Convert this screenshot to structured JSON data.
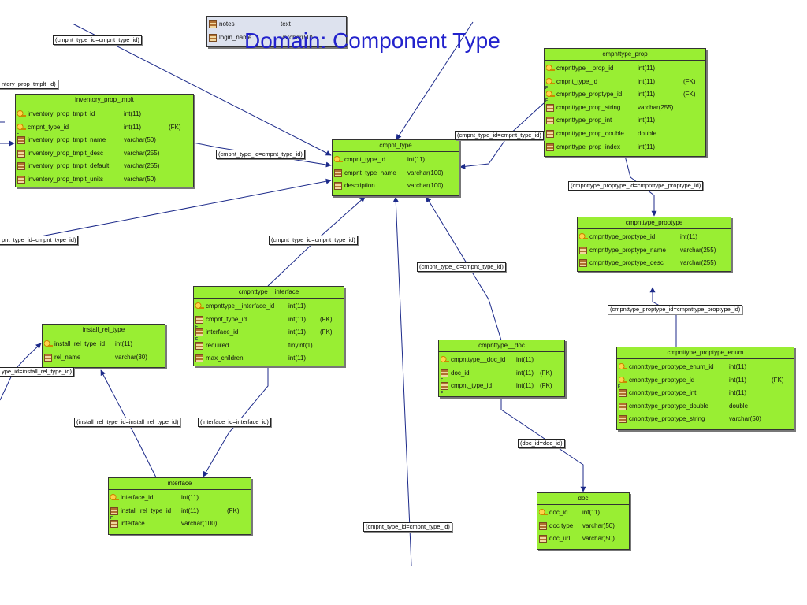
{
  "title": "Domain: Component Type",
  "tables": {
    "notes_login": {
      "name": "",
      "rows": [
        {
          "name": "notes",
          "type": "text",
          "fk": "",
          "icon": "col"
        },
        {
          "name": "login_name",
          "type": "varchar(50)",
          "fk": "",
          "icon": "col"
        }
      ]
    },
    "inventory_prop_tmplt": {
      "name": "inventory_prop_tmplt",
      "rows": [
        {
          "name": "inventory_prop_tmplt_id",
          "type": "int(11)",
          "fk": "",
          "icon": "key"
        },
        {
          "name": "cmpnt_type_id",
          "type": "int(11)",
          "fk": "(FK)",
          "icon": "key-fk"
        },
        {
          "name": "inventory_prop_tmplt_name",
          "type": "varchar(50)",
          "fk": "",
          "icon": "col"
        },
        {
          "name": "inventory_prop_tmplt_desc",
          "type": "varchar(255)",
          "fk": "",
          "icon": "col"
        },
        {
          "name": "inventory_prop_tmplt_default",
          "type": "varchar(255)",
          "fk": "",
          "icon": "col"
        },
        {
          "name": "inventory_prop_tmplt_units",
          "type": "varchar(50)",
          "fk": "",
          "icon": "col"
        }
      ]
    },
    "cmpnt_type": {
      "name": "cmpnt_type",
      "rows": [
        {
          "name": "cmpnt_type_id",
          "type": "int(11)",
          "fk": "",
          "icon": "key"
        },
        {
          "name": "cmpnt_type_name",
          "type": "varchar(100)",
          "fk": "",
          "icon": "col"
        },
        {
          "name": "description",
          "type": "varchar(100)",
          "fk": "",
          "icon": "col"
        }
      ]
    },
    "cmpnttype_prop": {
      "name": "cmpnttype_prop",
      "rows": [
        {
          "name": "cmpnttype__prop_id",
          "type": "int(11)",
          "fk": "",
          "icon": "key"
        },
        {
          "name": "cmpnt_type_id",
          "type": "int(11)",
          "fk": "(FK)",
          "icon": "key-fk"
        },
        {
          "name": "cmpnttype_proptype_id",
          "type": "int(11)",
          "fk": "(FK)",
          "icon": "key-fk"
        },
        {
          "name": "cmpnttype_prop_string",
          "type": "varchar(255)",
          "fk": "",
          "icon": "col"
        },
        {
          "name": "cmpnttype_prop_int",
          "type": "int(11)",
          "fk": "",
          "icon": "col"
        },
        {
          "name": "cmpnttype_prop_double",
          "type": "double",
          "fk": "",
          "icon": "col"
        },
        {
          "name": "cmpnttype_prop_index",
          "type": "int(11)",
          "fk": "",
          "icon": "col"
        }
      ]
    },
    "cmpnttype_proptype": {
      "name": "cmpnttype_proptype",
      "rows": [
        {
          "name": "cmpnttype_proptype_id",
          "type": "int(11)",
          "fk": "",
          "icon": "key"
        },
        {
          "name": "cmpnttype_proptype_name",
          "type": "varchar(255)",
          "fk": "",
          "icon": "col"
        },
        {
          "name": "cmpnttype_proptype_desc",
          "type": "varchar(255)",
          "fk": "",
          "icon": "col"
        }
      ]
    },
    "cmpnttype_proptype_enum": {
      "name": "cmpnttype_proptype_enum",
      "rows": [
        {
          "name": "cmpnttype_proptype_enum_id",
          "type": "int(11)",
          "fk": "",
          "icon": "key"
        },
        {
          "name": "cmpnttype_proptype_id",
          "type": "int(11)",
          "fk": "(FK)",
          "icon": "key-fk"
        },
        {
          "name": "cmpnttype_proptype_int",
          "type": "int(11)",
          "fk": "",
          "icon": "col"
        },
        {
          "name": "cmpnttype_proptype_double",
          "type": "double",
          "fk": "",
          "icon": "col"
        },
        {
          "name": "cmpnttype_proptype_string",
          "type": "varchar(50)",
          "fk": "",
          "icon": "col"
        }
      ]
    },
    "cmpnttype__interface": {
      "name": "cmpnttype__interface",
      "rows": [
        {
          "name": "cmpnttype__interface_id",
          "type": "int(11)",
          "fk": "",
          "icon": "key"
        },
        {
          "name": "cmpnt_type_id",
          "type": "int(11)",
          "fk": "(FK)",
          "icon": "fk"
        },
        {
          "name": "interface_id",
          "type": "int(11)",
          "fk": "(FK)",
          "icon": "fk"
        },
        {
          "name": "required",
          "type": "tinyint(1)",
          "fk": "",
          "icon": "col"
        },
        {
          "name": "max_children",
          "type": "int(11)",
          "fk": "",
          "icon": "col"
        }
      ]
    },
    "install_rel_type": {
      "name": "install_rel_type",
      "rows": [
        {
          "name": "install_rel_type_id",
          "type": "int(11)",
          "fk": "",
          "icon": "key"
        },
        {
          "name": "rel_name",
          "type": "varchar(30)",
          "fk": "",
          "icon": "col"
        }
      ]
    },
    "cmpnttype__doc": {
      "name": "cmpnttype__doc",
      "rows": [
        {
          "name": "cmpnttype__doc_id",
          "type": "int(11)",
          "fk": "",
          "icon": "key"
        },
        {
          "name": "doc_id",
          "type": "int(11)",
          "fk": "(FK)",
          "icon": "fk"
        },
        {
          "name": "cmpnt_type_id",
          "type": "int(11)",
          "fk": "(FK)",
          "icon": "fk"
        }
      ]
    },
    "interface": {
      "name": "interface",
      "rows": [
        {
          "name": "interface_id",
          "type": "int(11)",
          "fk": "",
          "icon": "key"
        },
        {
          "name": "install_rel_type_id",
          "type": "int(11)",
          "fk": "(FK)",
          "icon": "fk"
        },
        {
          "name": "interface",
          "type": "varchar(100)",
          "fk": "",
          "icon": "col"
        }
      ]
    },
    "doc": {
      "name": "doc",
      "rows": [
        {
          "name": "doc_id",
          "type": "int(11)",
          "fk": "",
          "icon": "key"
        },
        {
          "name": "doc type",
          "type": "varchar(50)",
          "fk": "",
          "icon": "col"
        },
        {
          "name": "doc_url",
          "type": "varchar(50)",
          "fk": "",
          "icon": "col"
        }
      ]
    }
  },
  "relationship_labels": {
    "top_left": "(cmpnt_type_id=cmpnt_type_id)",
    "left_edge": "ntory_prop_tmplt_id)",
    "inv_to_type": "(cmpnt_type_id=cmpnt_type_id)",
    "prop_to_type": "(cmpnt_type_id=cmpnt_type_id)",
    "left_lower": "pnt_type_id=cmpnt_type_id)",
    "iface_to_type": "(cmpnt_type_id=cmpnt_type_id)",
    "doc_to_type": "(cmpnt_type_id=cmpnt_type_id)",
    "prop_to_proptype": "(cmpnttype_proptype_id=cmpnttype_proptype_id)",
    "enum_to_proptype": "(cmpnttype_proptype_id=cmpnttype_proptype_id)",
    "install_left": "ype_id=install_rel_type_id)",
    "install_to_iface": "(install_rel_type_id=install_rel_type_id)",
    "iface_to_iface": "(interface_id=interface_id)",
    "doc_id": "(doc_id=doc_id)",
    "bottom": "(cmpnt_type_id=cmpnt_type_id)"
  },
  "colors": {
    "table_fill": "#99ee33",
    "title": "#2222cc"
  }
}
